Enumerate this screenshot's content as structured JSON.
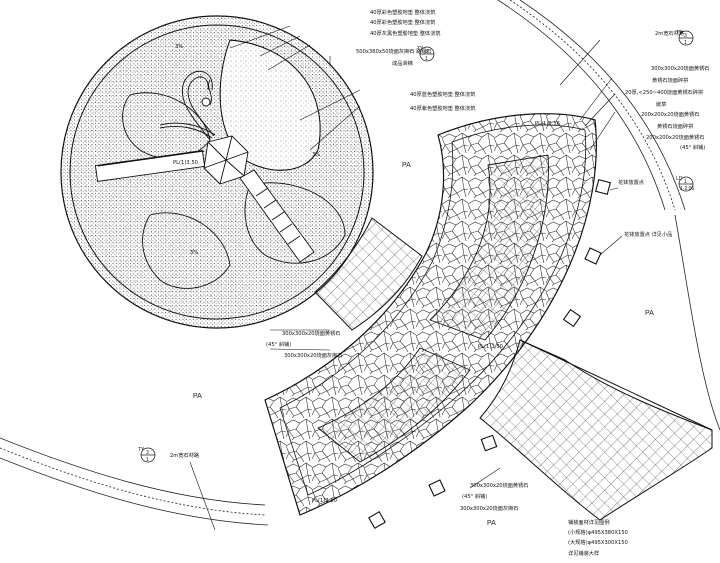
{
  "zones": [
    "PA",
    "PA",
    "PA",
    "PA"
  ],
  "detail_refs": [
    {
      "top": "TY",
      "num": "3",
      "sheet": "1"
    },
    {
      "top": "TY",
      "num": "3",
      "sheet": "1"
    },
    {
      "top": "TY",
      "num": "3",
      "sheet": "1"
    },
    {
      "top": "LD",
      "num": "1",
      "sheet": "1-2.06"
    }
  ],
  "plan_marks": [
    "PL(1)3.50",
    "PL(1)3.56",
    "PL(1)3.50",
    "PL(1)3.50",
    "3%",
    "3%",
    "3%"
  ],
  "callouts_left": [
    "40厚彩色塑胶地垫 整体浇筑",
    "40厚彩色塑胶地垫 整体浇筑",
    "40厚灰黑色塑胶地垫 整体浇筑",
    "500x380x50烧面灰麻石 路缘石",
    "成品滑梯",
    "40厚蓝色塑胶地垫 整体浇筑",
    "40厚紫色塑胶地垫 整体浇筑"
  ],
  "callouts_mid": [
    "300x300x20烧面黄锈石",
    "(45° 斜铺)",
    "300x300x20烧面灰麻石"
  ],
  "callouts_right": [
    "2m宽石材路",
    "300x300x20烧面黄锈石",
    "黄锈石烧面碎拼 ",
    "20厚,<250~400烧面黄锈石碎拼",
    "嵌草",
    "200x200x20烧面黄锈石",
    "黄锈石烧面碎拼",
    "200x200x20烧面黄锈石",
    "(45° 斜铺)",
    "花钵放置点",
    "花钵放置点 详见小品",
    "2m宽石材路"
  ],
  "callouts_bottom": [
    "300x300x20烧面黄锈石",
    "(45° 斜铺)",
    "300x300x20烧面灰麻石",
    "铺装面材详见图例",
    "(小规格)φ495X380X150",
    "(大规格)φ495X300X150",
    "详见铺装大样"
  ]
}
